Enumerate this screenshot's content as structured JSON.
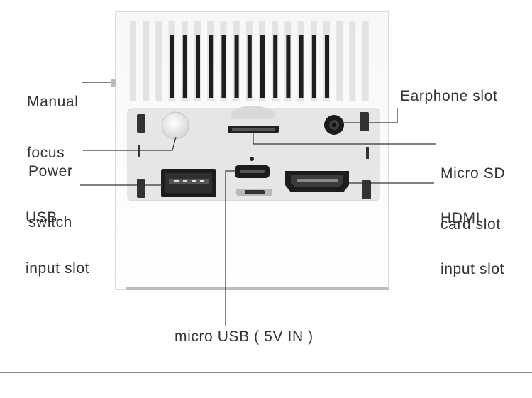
{
  "labels": {
    "manual_focus": [
      "Manual",
      "focus"
    ],
    "power_switch": [
      "Power",
      "switch"
    ],
    "usb_input": [
      "USB",
      "input slot"
    ],
    "earphone": "Earphone slot",
    "micro_sd": [
      "Micro SD",
      "card slot"
    ],
    "hdmi_input": [
      "HDMI",
      "input slot"
    ],
    "micro_usb": "micro USB ( 5V IN )"
  },
  "colors": {
    "device_body": "#fbfbfb",
    "device_edge": "#cfcfcf",
    "port_panel": "#e6e6e6",
    "vent_slot": "#1e1e1e",
    "leader_line": "#333333"
  }
}
